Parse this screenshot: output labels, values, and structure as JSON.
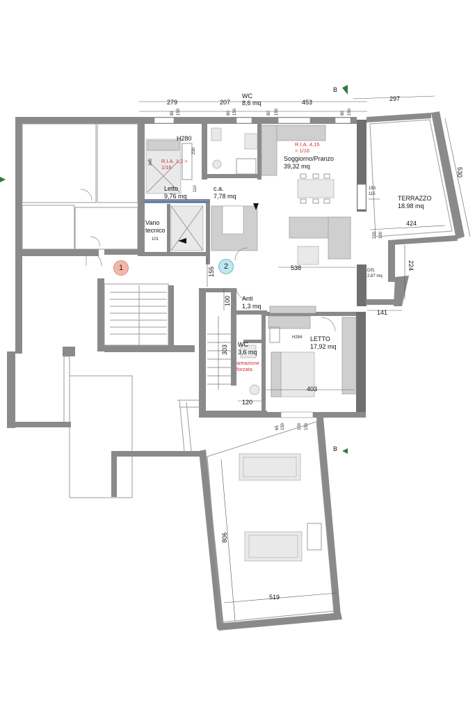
{
  "rooms": {
    "wc_top": {
      "name": "WC",
      "area": "8,6 mq"
    },
    "soggiorno": {
      "name": "Soggiorno/Pranzo",
      "area": "39,32 mq",
      "ria": "R.I.A. 4,15",
      "ria2": "> 1/16"
    },
    "terrazzo": {
      "name": "TERRAZZO",
      "area": "18.98 mq"
    },
    "letto_small": {
      "name": "Letto",
      "area": "9,76 mq",
      "height": "H280",
      "ria": "R.I.A. 1,2 >",
      "ria2": "1/16"
    },
    "ca": {
      "name": "c.a.",
      "area": "7,78 mq"
    },
    "vano": {
      "name": "Vano",
      "name2": "tecnico"
    },
    "anti": {
      "name": "Anti",
      "area": "1,3 mq"
    },
    "letto_big": {
      "name": "LETTO",
      "area": "17,92 mq",
      "height": "H284"
    },
    "wc_small": {
      "name": "WC",
      "area": "3,6 mq",
      "note": "areazione",
      "note2": "forzata"
    },
    "dis": {
      "name": "DIS.",
      "area": "2.87 mq"
    }
  },
  "markers": {
    "one": "1",
    "two": "2"
  },
  "section": {
    "top": "B",
    "bottom": "B"
  },
  "dimensions": {
    "d279": "279",
    "d207": "207",
    "d453": "453",
    "d297": "297",
    "d530": "530",
    "d424": "424",
    "d224": "224",
    "d141": "141",
    "d538": "538",
    "d155": "155",
    "d100": "100",
    "d303": "303",
    "d403": "403",
    "d120": "120",
    "d806": "806",
    "d519": "519",
    "d80a": "80",
    "d150a": "150",
    "d80b": "80",
    "d150b": "150",
    "d80c": "80",
    "d150c": "150",
    "d80d": "80",
    "d150d": "150",
    "d153": "153",
    "d115": "115",
    "d100b": "100",
    "d220": "220",
    "d101": "101",
    "d65": "65",
    "d150e": "150",
    "d100c": "100",
    "d150f": "150",
    "d340": "340",
    "d230": "230",
    "d110": "110"
  }
}
